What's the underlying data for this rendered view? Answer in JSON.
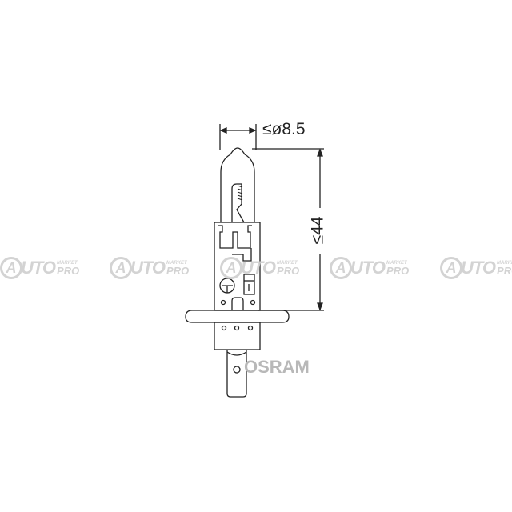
{
  "dimensions": {
    "diameter": "≤ø8.5",
    "length": "≤44"
  },
  "brand": "OSRAM",
  "watermark": {
    "logo_letter": "A",
    "main": "UTO",
    "sub_top": "MARKET",
    "sub_bottom": "PRO"
  },
  "colors": {
    "line": "#222222",
    "watermark": "#cfcfcf"
  }
}
